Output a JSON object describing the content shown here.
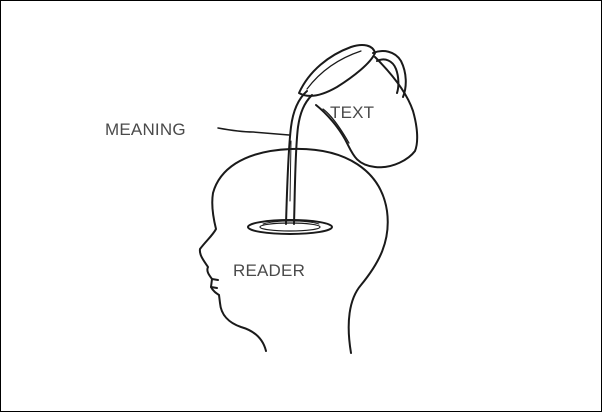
{
  "diagram": {
    "labels": {
      "text": "TEXT",
      "meaning": "MEANING",
      "reader": "READER"
    },
    "colors": {
      "stroke": "#1a1a1a",
      "label": "#4a4a4a",
      "background": "#ffffff"
    },
    "icons": {
      "pitcher": "pitcher-icon",
      "head": "head-silhouette-icon",
      "stream": "pouring-stream-icon",
      "pool": "pool-icon"
    }
  }
}
